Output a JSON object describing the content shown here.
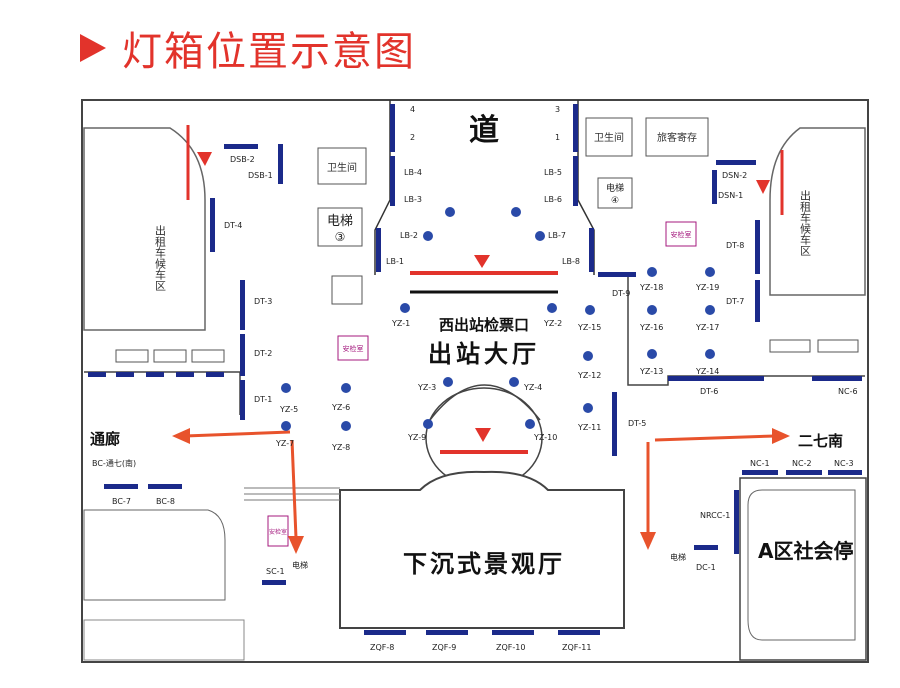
{
  "page": {
    "title": "灯箱位置示意图"
  },
  "colors": {
    "accent": "#e2332b",
    "box": "#1b2a8a",
    "dot": "#2a4aa8",
    "arrow": "#e8532c",
    "wall": "#444444",
    "pink": "#a4197e"
  },
  "areas": {
    "passage_top": "道",
    "restroom_left": "卫生间",
    "restroom_right": "卫生间",
    "elevator_3": "电梯",
    "elevator_3_num": "③",
    "elevator_r": "电梯",
    "elevator_r_num": "④",
    "elevator_bl": "电梯",
    "elevator_br": "电梯",
    "taxi_left": "出租车候车区",
    "taxi_right": "出租车候车区",
    "ticket_gate": "西出站检票口",
    "exit_hall": "出站大厅",
    "sunken_hall": "下沉式景观厅",
    "corridor_left": "通廊",
    "erqi_road": "二七南",
    "a_zone": "A区社会停",
    "baggage": "旅客寄存",
    "security_1": "安检室",
    "security_2": "安检室",
    "security_3": "安检室"
  },
  "lightbox_labels": {
    "n4": "4",
    "n2": "2",
    "n3": "3",
    "n1": "1",
    "lb4": "LB-4",
    "lb3": "LB-3",
    "lb2": "LB-2",
    "lb1": "LB-1",
    "lb5": "LB-5",
    "lb6": "LB-6",
    "lb7": "LB-7",
    "lb8": "LB-8",
    "dsb2": "DSB-2",
    "dsb1": "DSB-1",
    "dsn2": "DSN-2",
    "dsn1": "DSN-1",
    "dt4": "DT-4",
    "dt3": "DT-3",
    "dt2": "DT-2",
    "dt1": "DT-1",
    "dt8": "DT-8",
    "dt7": "DT-7",
    "dt6": "DT-6",
    "dt9": "DT-9",
    "dt5": "DT-5",
    "yz1": "YZ-1",
    "yz2": "YZ-2",
    "yz3": "YZ-3",
    "yz4": "YZ-4",
    "yz5": "YZ-5",
    "yz6": "YZ-6",
    "yz7": "YZ-7",
    "yz8": "YZ-8",
    "yz9": "YZ-9",
    "yz10": "YZ-10",
    "yz11": "YZ-11",
    "yz12": "YZ-12",
    "yz13": "YZ-13",
    "yz14": "YZ-14",
    "yz15": "YZ-15",
    "yz16": "YZ-16",
    "yz17": "YZ-17",
    "yz18": "YZ-18",
    "yz19": "YZ-19",
    "nc6": "NC-6",
    "nc1": "NC-1",
    "nc2": "NC-2",
    "nc3": "NC-3",
    "nrcc1": "NRCC-1",
    "bc7": "BC-7",
    "bc8": "BC-8",
    "sc1": "SC-1",
    "dc1": "DC-1",
    "bc_corr": "BC-通七(南)",
    "zdf8": "ZQF-8",
    "zdf9": "ZQF-9",
    "zdf10": "ZQF-10",
    "zdf11": "ZQF-11"
  }
}
